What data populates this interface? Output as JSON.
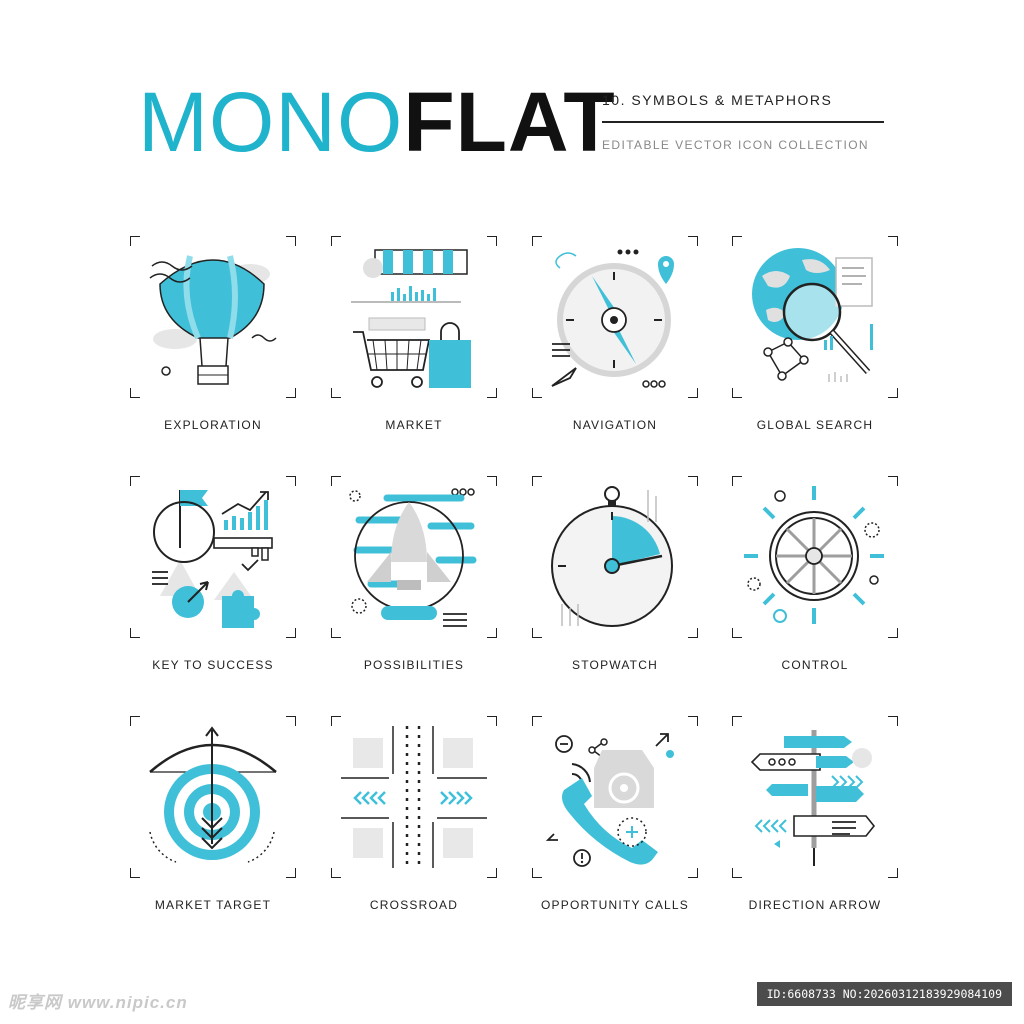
{
  "header": {
    "title_a": "MONO",
    "title_b": "FLAT",
    "subtitle": "10. SYMBOLS & METAPHORS",
    "tagline": "EDITABLE VECTOR ICON COLLECTION"
  },
  "colors": {
    "accent": "#1fb3cc",
    "ink": "#222222",
    "grey": "#d8d8d8"
  },
  "icons": [
    {
      "label": "EXPLORATION",
      "icon": "hot-air-balloon-icon"
    },
    {
      "label": "MARKET",
      "icon": "market-stall-icon"
    },
    {
      "label": "NAVIGATION",
      "icon": "compass-icon"
    },
    {
      "label": "GLOBAL SEARCH",
      "icon": "globe-search-icon"
    },
    {
      "label": "KEY TO SUCCESS",
      "icon": "key-icon"
    },
    {
      "label": "POSSIBILITIES",
      "icon": "rocket-icon"
    },
    {
      "label": "STOPWATCH",
      "icon": "stopwatch-icon"
    },
    {
      "label": "CONTROL",
      "icon": "ship-wheel-icon"
    },
    {
      "label": "MARKET TARGET",
      "icon": "target-bow-icon"
    },
    {
      "label": "CROSSROAD",
      "icon": "crossroad-icon"
    },
    {
      "label": "OPPORTUNITY CALLS",
      "icon": "phone-icon"
    },
    {
      "label": "DIRECTION ARROW",
      "icon": "signpost-icon"
    }
  ],
  "footer": {
    "watermark": "昵享网 www.nipic.cn",
    "id_text": "ID:6608733 NO:20260312183929084109"
  }
}
